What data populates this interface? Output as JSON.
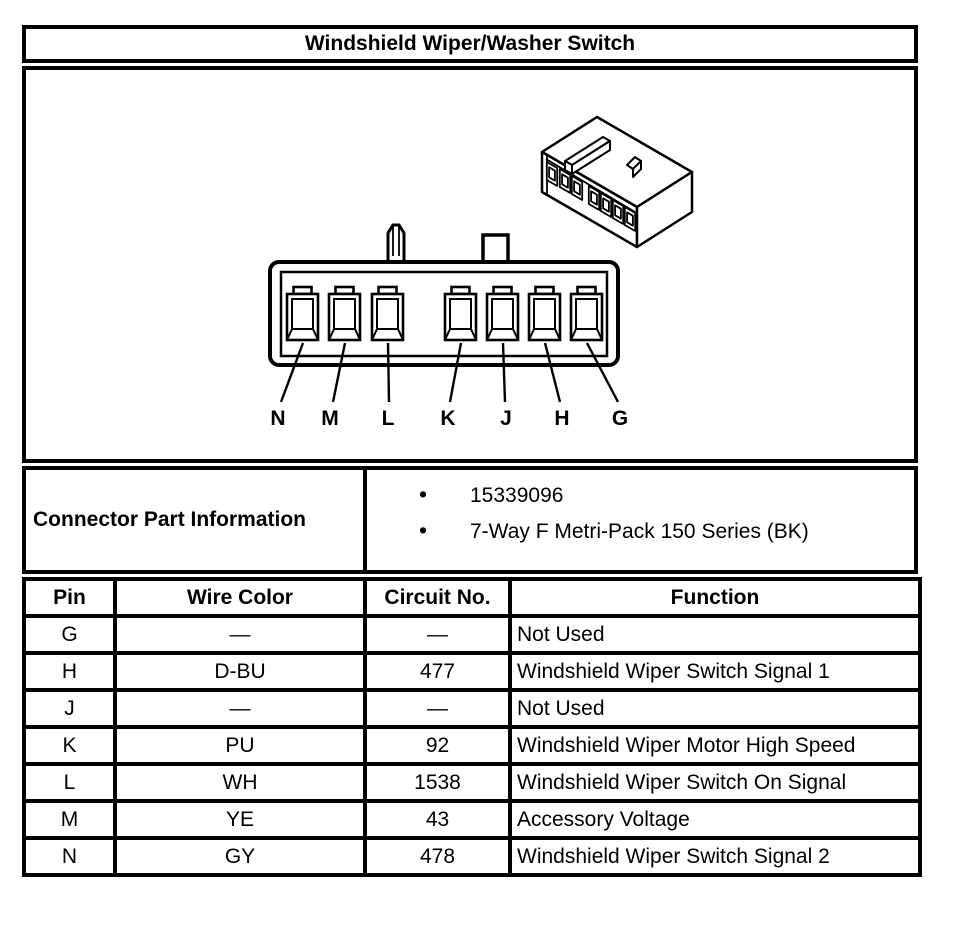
{
  "title": "Windshield Wiper/Washer Switch",
  "bullet_icon": "•",
  "connector": {
    "pin_labels": [
      "N",
      "M",
      "L",
      "K",
      "J",
      "H",
      "G"
    ]
  },
  "part_info": {
    "label": "Connector Part Information",
    "items": [
      "15339096",
      "7-Way F Metri-Pack 150 Series (BK)"
    ]
  },
  "pin_table": {
    "headers": [
      "Pin",
      "Wire Color",
      "Circuit No.",
      "Function"
    ],
    "rows": [
      {
        "pin": "G",
        "wire_color": "—",
        "circuit_no": "—",
        "function": "Not Used"
      },
      {
        "pin": "H",
        "wire_color": "D-BU",
        "circuit_no": "477",
        "function": "Windshield Wiper Switch Signal 1"
      },
      {
        "pin": "J",
        "wire_color": "—",
        "circuit_no": "—",
        "function": "Not Used"
      },
      {
        "pin": "K",
        "wire_color": "PU",
        "circuit_no": "92",
        "function": "Windshield Wiper Motor High Speed"
      },
      {
        "pin": "L",
        "wire_color": "WH",
        "circuit_no": "1538",
        "function": "Windshield Wiper Switch On Signal"
      },
      {
        "pin": "M",
        "wire_color": "YE",
        "circuit_no": "43",
        "function": "Accessory Voltage"
      },
      {
        "pin": "N",
        "wire_color": "GY",
        "circuit_no": "478",
        "function": "Windshield Wiper Switch Signal 2"
      }
    ]
  },
  "colors": {
    "ink": "#000000",
    "paper": "#ffffff"
  }
}
